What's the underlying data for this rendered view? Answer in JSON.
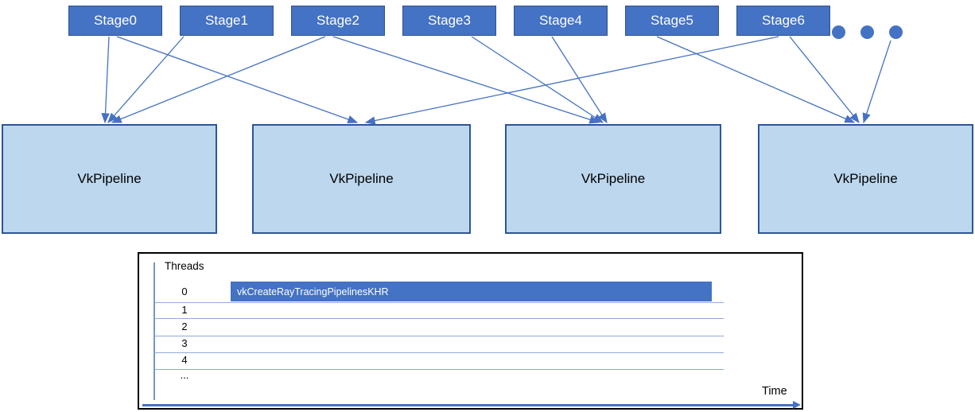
{
  "colors": {
    "stage_fill": "#4472C4",
    "stage_border": "#2F528F",
    "stage_text": "#FFFFFF",
    "pipeline_fill": "#BDD7EE",
    "pipeline_border": "#2E5597",
    "pipeline_text": "#000000",
    "connector_arrow": "#4472C4",
    "timeline_border": "#000000",
    "timeline_row_line": "#8EAADB",
    "timeline_axis": "#7596CF",
    "bar_fill": "#4472C4",
    "bar_text": "#FFFFFF"
  },
  "stages": [
    {
      "label": "Stage0"
    },
    {
      "label": "Stage1"
    },
    {
      "label": "Stage2"
    },
    {
      "label": "Stage3"
    },
    {
      "label": "Stage4"
    },
    {
      "label": "Stage5"
    },
    {
      "label": "Stage6"
    }
  ],
  "more_stages_indicator": "...",
  "pipelines": [
    {
      "label": "VkPipeline"
    },
    {
      "label": "VkPipeline"
    },
    {
      "label": "VkPipeline"
    },
    {
      "label": "VkPipeline"
    }
  ],
  "connections": [
    {
      "from": "Stage0",
      "to": "pipeline-1"
    },
    {
      "from": "Stage1",
      "to": "pipeline-1"
    },
    {
      "from": "Stage2",
      "to": "pipeline-1"
    },
    {
      "from": "Stage0",
      "to": "pipeline-2"
    },
    {
      "from": "Stage6",
      "to": "pipeline-2"
    },
    {
      "from": "Stage2",
      "to": "pipeline-3"
    },
    {
      "from": "Stage3",
      "to": "pipeline-3"
    },
    {
      "from": "Stage4",
      "to": "pipeline-3"
    },
    {
      "from": "Stage5",
      "to": "pipeline-4"
    },
    {
      "from": "Stage6",
      "to": "pipeline-4"
    },
    {
      "from": "more-stages-ellipsis",
      "to": "pipeline-4"
    }
  ],
  "timeline": {
    "axis_label": "Threads",
    "rows": [
      "0",
      "1",
      "2",
      "3",
      "4",
      "..."
    ],
    "bar_label": "vkCreateRayTracingPipelinesKHR",
    "time_label": "Time"
  }
}
